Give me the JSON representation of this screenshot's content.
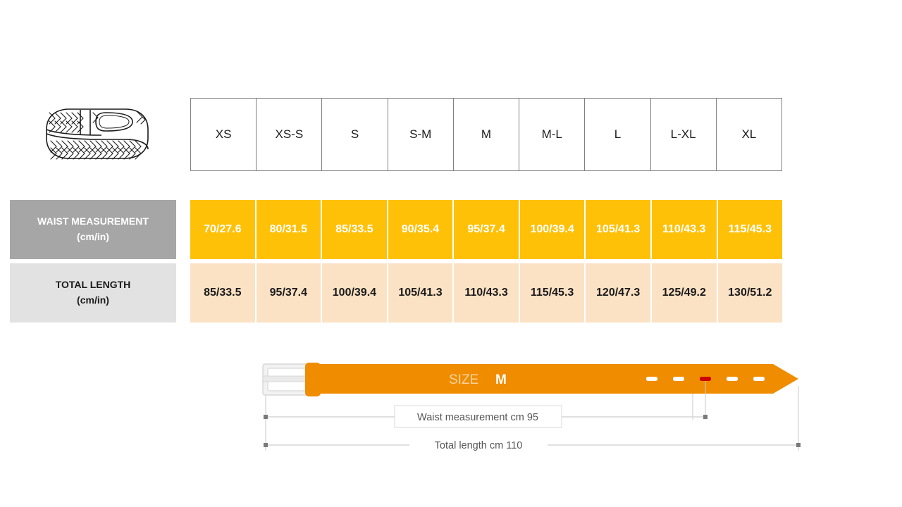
{
  "product": {
    "icon_name": "braided-belt-illustration"
  },
  "size_table": {
    "sizes": [
      "XS",
      "XS-S",
      "S",
      "S-M",
      "M",
      "M-L",
      "L",
      "L-XL",
      "XL"
    ],
    "rows": [
      {
        "label_line1": "WAIST MEASUREMENT",
        "label_line2": "(cm/in)",
        "values": [
          "70/27.6",
          "80/31.5",
          "85/33.5",
          "90/35.4",
          "95/37.4",
          "100/39.4",
          "105/41.3",
          "110/43.3",
          "115/45.3"
        ],
        "cell_color": "#FFC107",
        "label_color": "#A6A6A6",
        "text_color": "#FFFFFF"
      },
      {
        "label_line1": "TOTAL LENGTH",
        "label_line2": "(cm/in)",
        "values": [
          "85/33.5",
          "95/37.4",
          "100/39.4",
          "105/41.3",
          "110/43.3",
          "115/45.3",
          "120/47.3",
          "125/49.2",
          "130/51.2"
        ],
        "cell_color": "#FCE2C4",
        "label_color": "#E2E2E2",
        "text_color": "#1A1A1A"
      }
    ]
  },
  "diagram": {
    "size_prefix": "SIZE",
    "size_value": "M",
    "waist_dimension_label": "Waist measurement cm 95",
    "total_dimension_label": "Total length cm 110",
    "belt_color": "#F08C00",
    "buckle_color": "#E0E0E0",
    "active_hole_color": "#CC0000",
    "hole_count": 5,
    "active_hole_index": 3
  }
}
